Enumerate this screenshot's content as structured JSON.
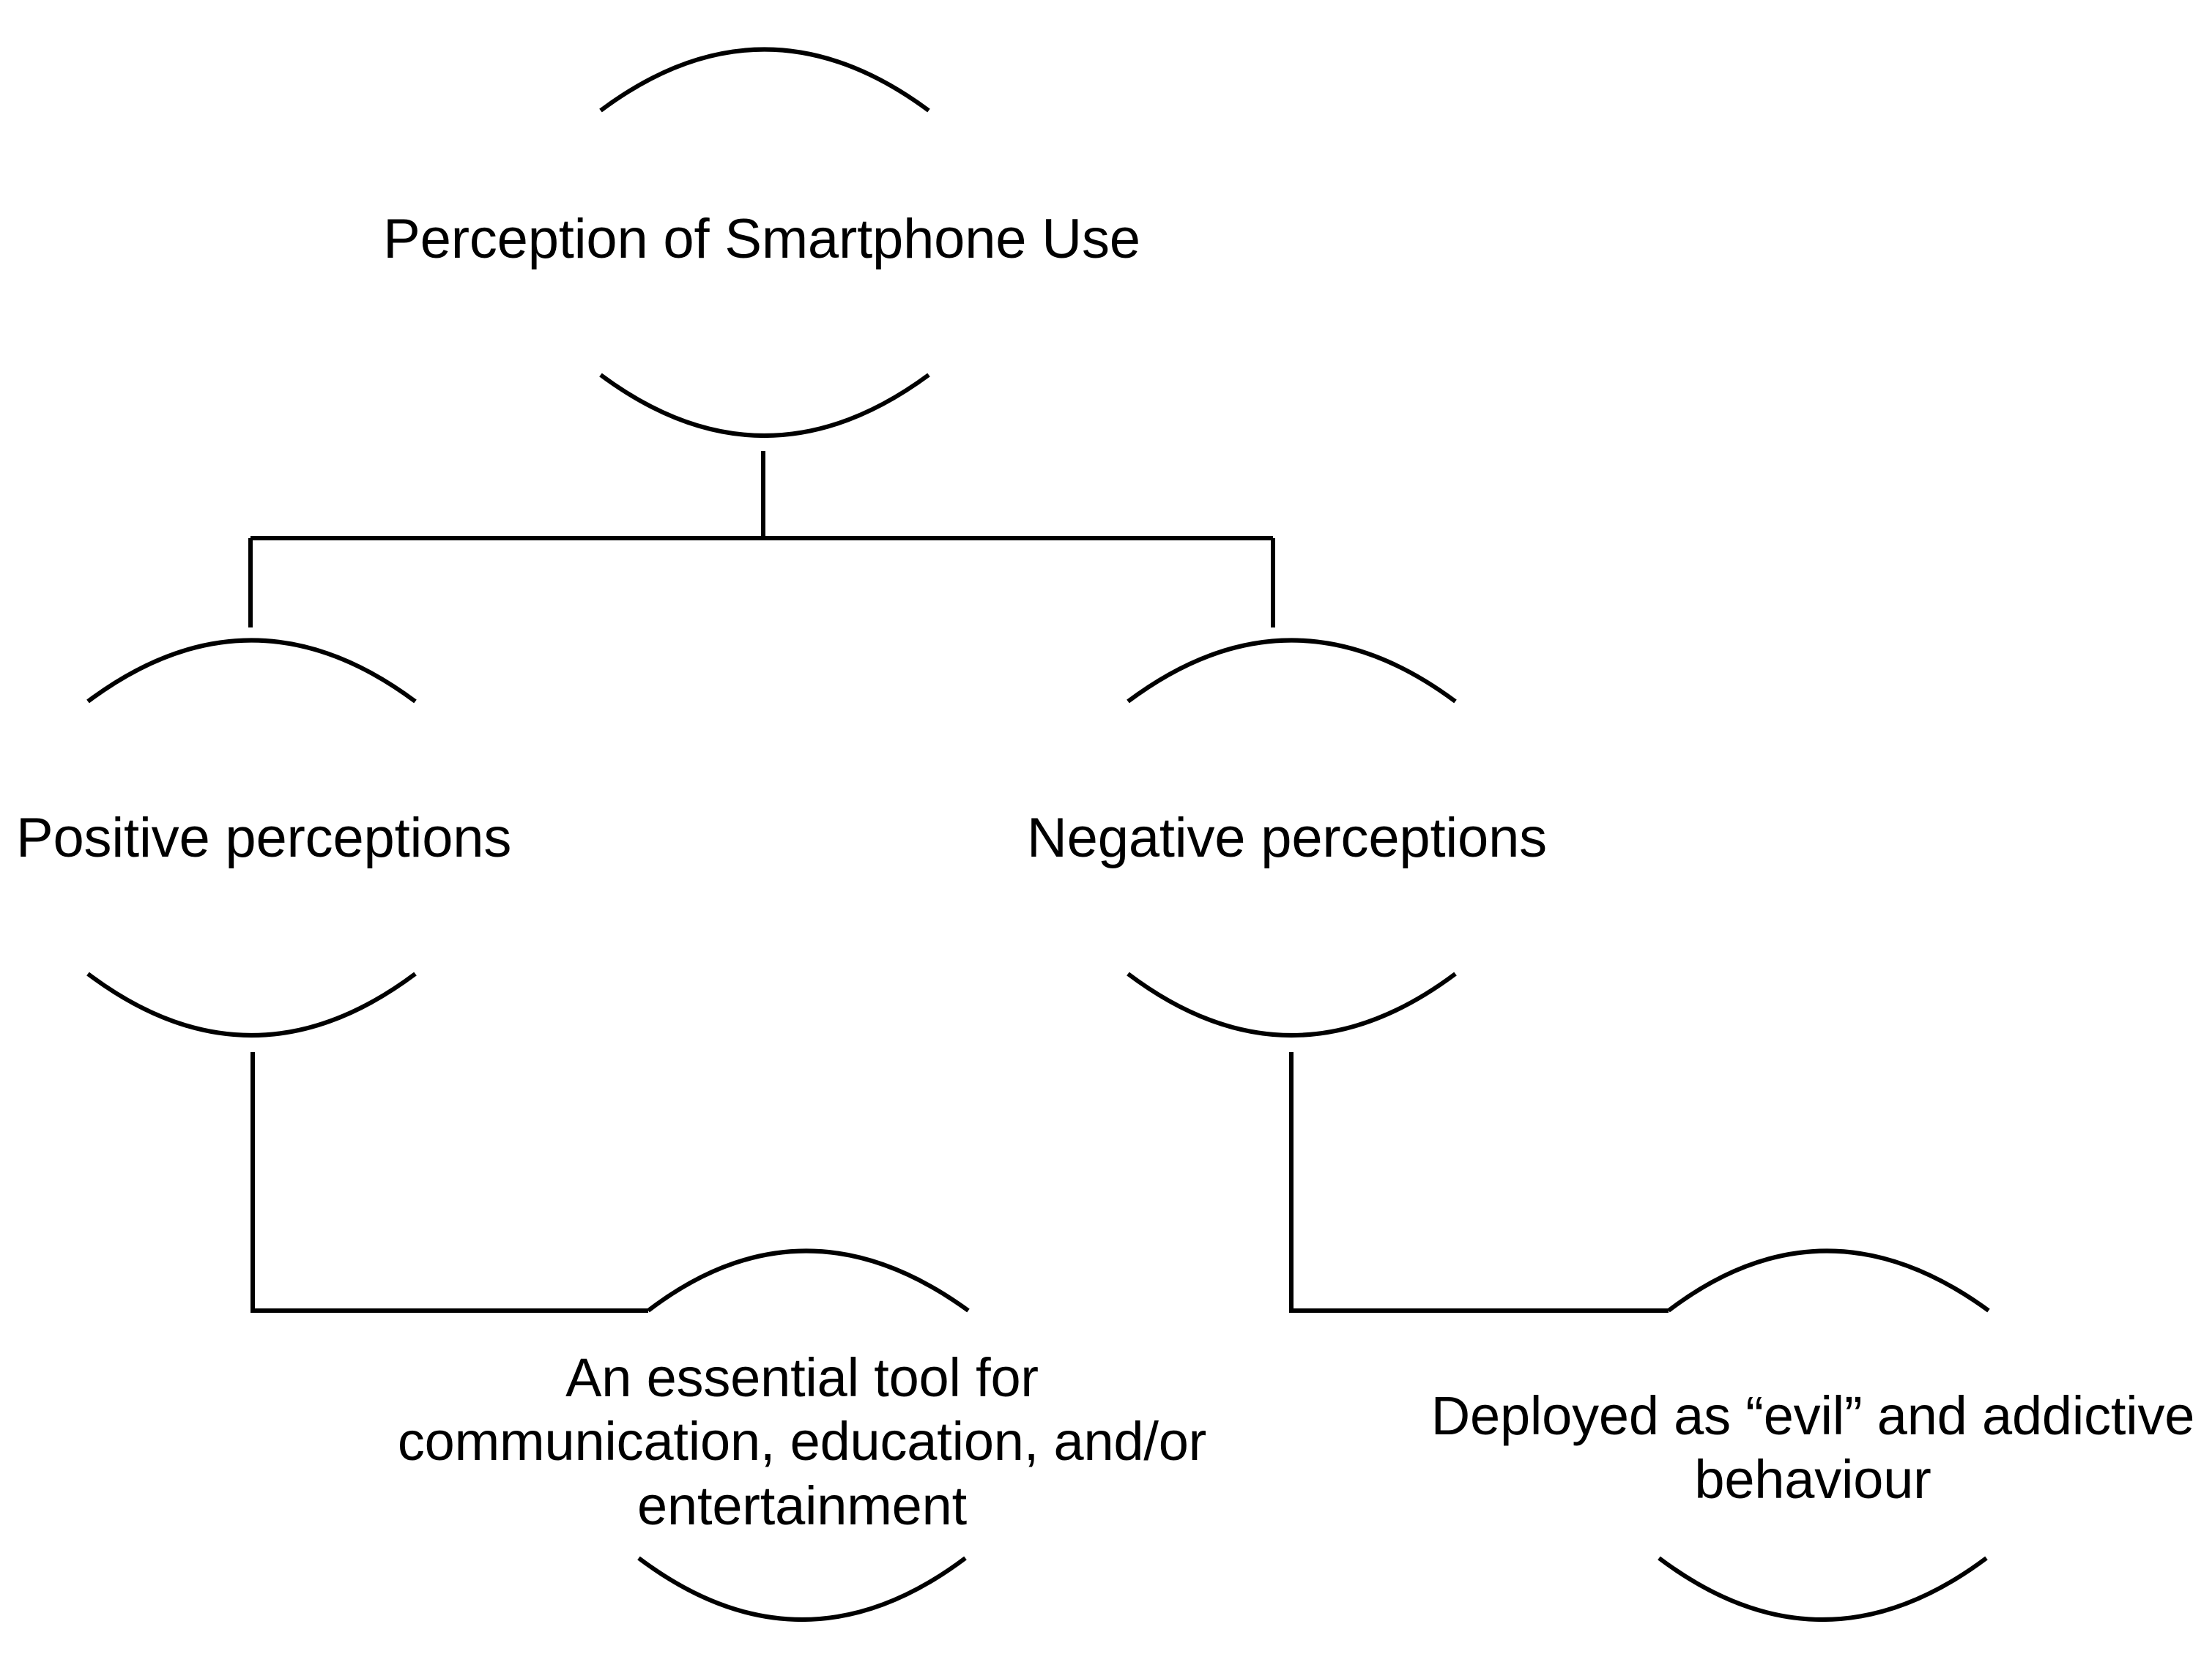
{
  "diagram": {
    "type": "hierarchy-tree",
    "title": "Perception of Smartphone Use",
    "line_color": "#000000",
    "text_color": "#000000",
    "background_color": "#ffffff",
    "nodes": [
      {
        "id": "root",
        "level": 0,
        "label": "Perception of Smartphone Use"
      },
      {
        "id": "positive",
        "level": 1,
        "label": "Positive perceptions",
        "parent": "root"
      },
      {
        "id": "negative",
        "level": 1,
        "label": "Negative perceptions",
        "parent": "root"
      },
      {
        "id": "essential-tool",
        "level": 2,
        "label": "An essential tool for\ncommunication, education, and/or\nentertainment",
        "parent": "positive"
      },
      {
        "id": "evil-addictive",
        "level": 2,
        "label": "Deployed as “evil” and addictive\nbehaviour",
        "parent": "negative"
      }
    ],
    "edges": [
      {
        "from": "root",
        "to": "positive"
      },
      {
        "from": "root",
        "to": "negative"
      },
      {
        "from": "positive",
        "to": "essential-tool"
      },
      {
        "from": "negative",
        "to": "evil-addictive"
      }
    ]
  }
}
